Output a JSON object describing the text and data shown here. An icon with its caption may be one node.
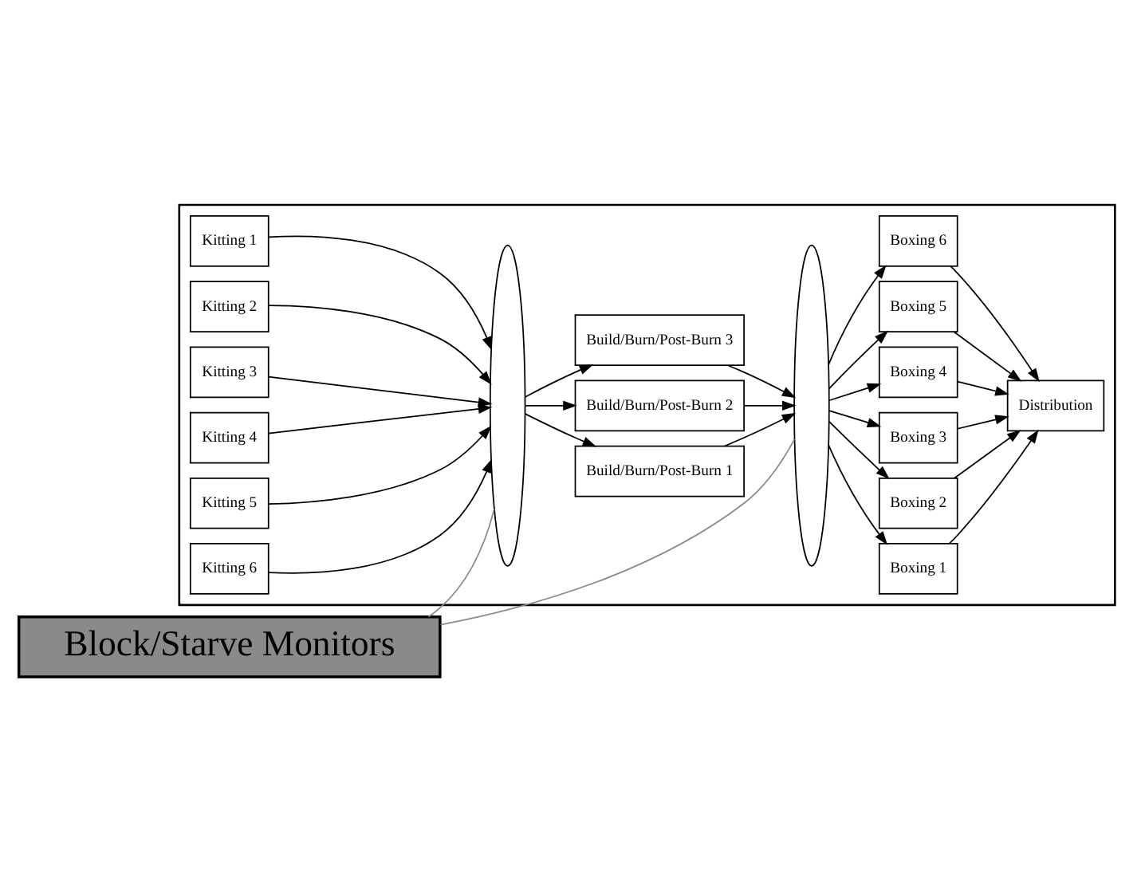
{
  "diagram": {
    "nodes": [
      {
        "text": [],
        "shape": "box"
      },
      {
        "text": [
          "Kitting 1"
        ],
        "in": 0
      },
      {
        "text": [
          "Kitting 2"
        ],
        "in": 0
      },
      {
        "text": [
          "Kitting 3"
        ],
        "in": 0
      },
      {
        "text": [
          "Kitting 4"
        ],
        "in": 0
      },
      {
        "text": [
          "Kitting 5"
        ],
        "in": 0
      },
      {
        "text": [
          "Kitting 6"
        ],
        "in": 0
      },
      {
        "text": [],
        "shape": "ellipse",
        "in": 0
      },
      {
        "text": [
          "Build/Burn/Post-Burn 1"
        ],
        "in": 0
      },
      {
        "text": [
          "Build/Burn/Post-Burn 2"
        ],
        "in": 0
      },
      {
        "text": [
          "Build/Burn/Post-Burn 3"
        ],
        "in": 0
      },
      {
        "text": [],
        "shape": "ellipse",
        "in": 0
      },
      {
        "text": [
          "Boxing 1"
        ],
        "in": 0
      },
      {
        "text": [
          "Boxing 2"
        ],
        "in": 0
      },
      {
        "text": [
          "Boxing 3"
        ],
        "in": 0
      },
      {
        "text": [
          "Boxing 4"
        ],
        "in": 0
      },
      {
        "text": [
          "Boxing 5"
        ],
        "in": 0
      },
      {
        "text": [
          "Boxing 6"
        ],
        "in": 0
      },
      {
        "text": [
          "Distribution"
        ],
        "in": 0
      },
      {
        "text": [
          "Block/Starve Monitors"
        ]
      }
    ],
    "edges": [
      {
        "from": 1,
        "to": 7,
        "arrow": "to"
      },
      {
        "from": 2,
        "to": 7,
        "arrow": "to"
      },
      {
        "from": 3,
        "to": 7,
        "arrow": "to"
      },
      {
        "from": 4,
        "to": 7,
        "arrow": "to"
      },
      {
        "from": 5,
        "to": 7,
        "arrow": "to"
      },
      {
        "from": 6,
        "to": 7,
        "arrow": "to"
      },
      {
        "from": 7,
        "to": 8,
        "arrow": "to"
      },
      {
        "from": 7,
        "to": 9,
        "arrow": "to"
      },
      {
        "from": 7,
        "to": 10,
        "arrow": "to"
      },
      {
        "from": 8,
        "to": 11,
        "arrow": "to"
      },
      {
        "from": 9,
        "to": 11,
        "arrow": "to"
      },
      {
        "from": 10,
        "to": 11,
        "arrow": "to"
      },
      {
        "from": 11,
        "to": 12,
        "arrow": "to"
      },
      {
        "from": 11,
        "to": 13,
        "arrow": "to"
      },
      {
        "from": 11,
        "to": 14,
        "arrow": "to"
      },
      {
        "from": 11,
        "to": 15,
        "arrow": "to"
      },
      {
        "from": 11,
        "to": 16,
        "arrow": "to"
      },
      {
        "from": 11,
        "to": 17,
        "arrow": "to"
      },
      {
        "from": 12,
        "to": 18,
        "arrow": "to"
      },
      {
        "from": 13,
        "to": 18,
        "arrow": "to"
      },
      {
        "from": 14,
        "to": 18,
        "arrow": "to"
      },
      {
        "from": 15,
        "to": 18,
        "arrow": "to"
      },
      {
        "from": 16,
        "to": 18,
        "arrow": "to"
      },
      {
        "from": 17,
        "to": 18,
        "arrow": "to"
      },
      {
        "from": 19,
        "to": 7,
        "arrow": "none",
        "color": "#888888"
      },
      {
        "from": 19,
        "to": 11,
        "arrow": "none",
        "color": "#888888"
      }
    ]
  }
}
